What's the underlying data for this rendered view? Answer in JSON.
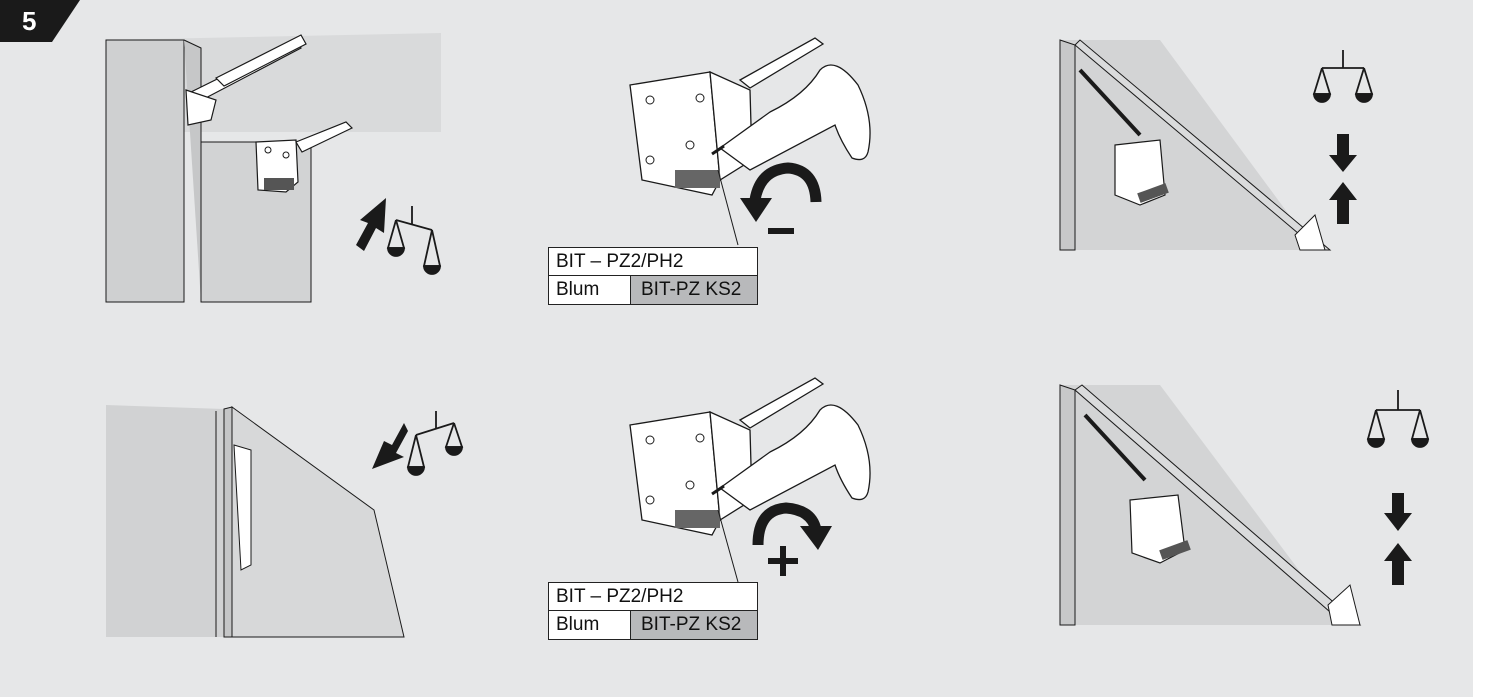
{
  "step": {
    "number": "5"
  },
  "bit_boxes": [
    {
      "title": "BIT – PZ2/PH2",
      "brand": "Blum",
      "code": "BIT-PZ KS2"
    },
    {
      "title": "BIT – PZ2/PH2",
      "brand": "Blum",
      "code": "BIT-PZ KS2"
    }
  ],
  "rotation_signs": {
    "decrease": "–",
    "increase": "+"
  },
  "colors": {
    "background": "#e6e7e8",
    "cabinet_side": "#d2d3d4",
    "cabinet_top": "#dddedf",
    "line": "#1a1a1a",
    "code_cell": "#b8b9bb"
  },
  "icons": [
    "step-badge",
    "cabinet-side",
    "lift-mechanism",
    "screwdriver-icon",
    "rotate-ccw-icon",
    "rotate-cw-icon",
    "balance-scale-icon",
    "arrow-up-icon",
    "arrow-down-icon"
  ]
}
